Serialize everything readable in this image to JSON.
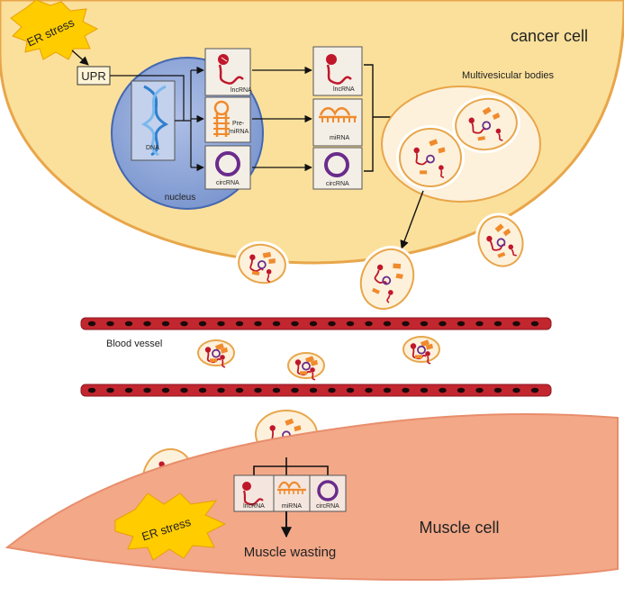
{
  "cancer_cell": {
    "label": "cancer cell"
  },
  "er_stress_top": "ER stress",
  "upr": "UPR",
  "nucleus": {
    "label": "nucleus",
    "dna_label": "DNA"
  },
  "nuclear_rnas": {
    "lncrna": "lncRNA",
    "premirna_line1": "Pre-",
    "premirna_line2": "miRNA",
    "circrna": "circRNA"
  },
  "cyto_rnas": {
    "lncrna": "lncRNA",
    "mirna": "miRNA",
    "circrna": "circRNA"
  },
  "mvb_label": "Multivesicular bodies",
  "blood_vessel_label": "Blood vessel",
  "muscle_cell": {
    "label": "Muscle cell"
  },
  "muscle_rnas": {
    "lncrna": "lncRNA",
    "mirna": "miRNA",
    "circrna": "circRNA"
  },
  "er_stress_bottom": "ER stress",
  "outcome": "Muscle wasting",
  "colors": {
    "cancer_fill": "#fbe09b",
    "cancer_stroke": "#e8a64a",
    "nucleus_fill": "#8ea7d8",
    "nucleus_stroke": "#4467b0",
    "muscle_fill": "#f3a888",
    "vessel": "#c2262e",
    "lnc": "#c0172b",
    "mirna": "#f08a2c",
    "circ": "#6a2c8c",
    "star": "#ffcc00"
  }
}
